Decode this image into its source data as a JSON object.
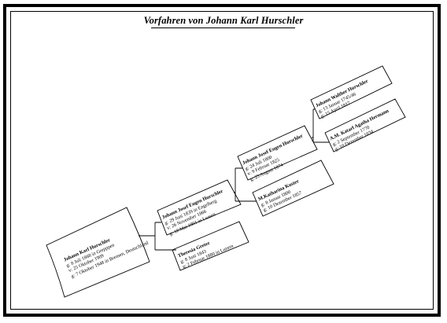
{
  "title": "Vorfahren von Johann Karl Hurschler",
  "persons": {
    "p1": {
      "name": "Johann Karl Hurschler",
      "lines": [
        "g: 8 Juli 1868 in Grepppen",
        "v: 25 Oktober 1909",
        "g: 7 Oktober 1948 in Bremen, Deutschland"
      ]
    },
    "p2": {
      "name": "Johann Josef Eugen Hurschler",
      "lines": [
        "g: 29 Juni 1839 in Engelberg",
        "v: 26 November 1866",
        "g: 18 Mai 1901 in Luzern"
      ]
    },
    "p3": {
      "name": "Theresia Greter",
      "lines": [
        "g: 8 Juni 1843",
        "g: 2 Februar 1880 in Luzern"
      ]
    },
    "p4": {
      "name": "Johann Josef Eugen Hurschler",
      "lines": [
        "g: 24 Juli 1800",
        "v: 9 Februar 1825",
        "g: 25 August 1874"
      ]
    },
    "p5": {
      "name": "M.Katharina Kuster",
      "lines": [
        "g: 8 Januar 1800",
        "g: 10 Dezember 1857"
      ]
    },
    "p6": {
      "name": "Johann Walther Hurschler",
      "lines": [
        "g: 13 Januar 1745/46",
        "g: 15 April 1817"
      ]
    },
    "p7": {
      "name": "A.M. Katarl Agatha Hermann",
      "lines": [
        "g: 2 September 1770",
        "g: 10 Dezember 1834"
      ]
    }
  }
}
